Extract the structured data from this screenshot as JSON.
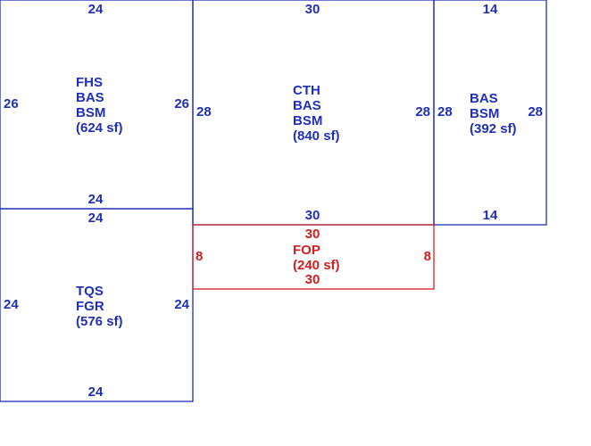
{
  "colors": {
    "structure": "#1f2fb8",
    "porch": "#d21f1f",
    "background": "#ffffff"
  },
  "areas": [
    {
      "id": "fhs",
      "color": "structure",
      "label_lines": [
        "FHS",
        "BAS",
        "BSM",
        "(624 sf)"
      ],
      "dims": {
        "top": "24",
        "bottom": "24",
        "left": "26",
        "right": "26"
      }
    },
    {
      "id": "cth",
      "color": "structure",
      "label_lines": [
        "CTH",
        "BAS",
        "BSM",
        "(840 sf)"
      ],
      "dims": {
        "top": "30",
        "bottom": "30",
        "left": "28",
        "right": "28"
      }
    },
    {
      "id": "bas",
      "color": "structure",
      "label_lines": [
        "BAS",
        "BSM",
        "(392 sf)"
      ],
      "dims": {
        "top": "14",
        "bottom": "14",
        "left": "28",
        "right": "28"
      }
    },
    {
      "id": "tqs",
      "color": "structure",
      "label_lines": [
        "TQS",
        "FGR",
        "(576 sf)"
      ],
      "dims": {
        "top": "24",
        "bottom": "24",
        "left": "24",
        "right": "24"
      }
    },
    {
      "id": "fop",
      "color": "porch",
      "label_lines": [
        "FOP",
        "(240 sf)"
      ],
      "dims": {
        "top": "30",
        "bottom": "30",
        "left": "8",
        "right": "8"
      }
    }
  ]
}
